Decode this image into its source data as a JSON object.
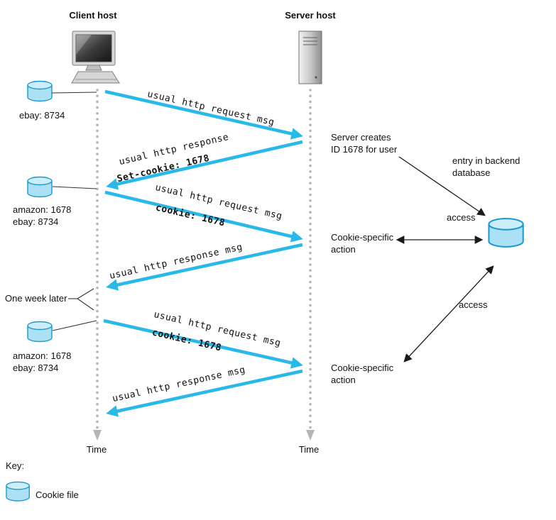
{
  "colors": {
    "arrow_cyan": "#29b9e8",
    "cylinder_fill": "#ace0f5",
    "cylinder_top": "#cdedf9",
    "cylinder_stroke": "#1898cf",
    "timeline_gray": "#b5b5b5"
  },
  "hosts": {
    "client_label": "Client host",
    "server_label": "Server host",
    "client_time": "Time",
    "server_time": "Time"
  },
  "cookie_files": {
    "file1": "ebay: 8734",
    "file2": "amazon: 1678\nebay: 8734",
    "file3": "amazon: 1678\nebay: 8734"
  },
  "messages": {
    "m1": "usual http request msg",
    "m2": "usual http response",
    "m2_bold": "Set-cookie: 1678",
    "m3": "usual http request msg",
    "m3_bold": "cookie: 1678",
    "m4": "usual http response msg",
    "m5": "usual http request msg",
    "m5_bold": "cookie: 1678",
    "m6": "usual http response msg"
  },
  "annotations": {
    "server_creates": "Server creates\nID 1678 for user",
    "backend_entry": "entry in backend\ndatabase",
    "access_top": "access",
    "access_bottom": "access",
    "cookie_action_1": "Cookie-specific\naction",
    "cookie_action_2": "Cookie-specific\naction",
    "one_week_later": "One week later"
  },
  "key": {
    "title": "Key:",
    "cookie_file_label": "Cookie file"
  }
}
